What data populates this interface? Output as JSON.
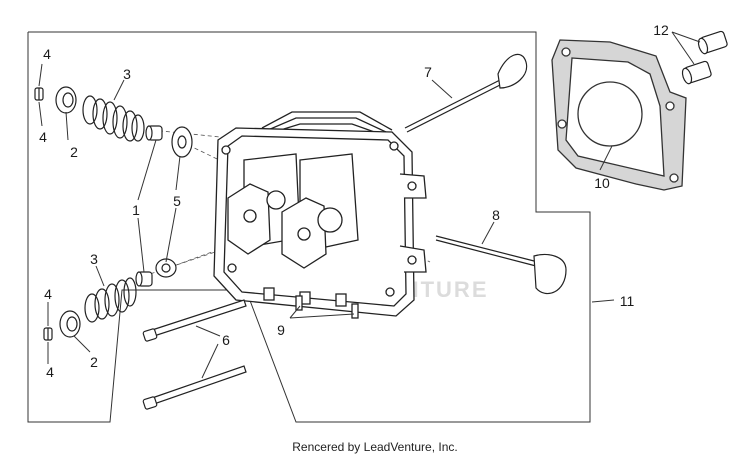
{
  "callouts": {
    "c1": "1",
    "c2a": "2",
    "c2b": "2",
    "c3a": "3",
    "c3b": "3",
    "c4a": "4",
    "c4b": "4",
    "c4c": "4",
    "c4d": "4",
    "c5": "5",
    "c6": "6",
    "c7": "7",
    "c8": "8",
    "c9": "9",
    "c10": "10",
    "c11": "11",
    "c12": "12"
  },
  "watermark": "LEADVENTURE",
  "caption": "Rencered by LeadVenture, Inc."
}
